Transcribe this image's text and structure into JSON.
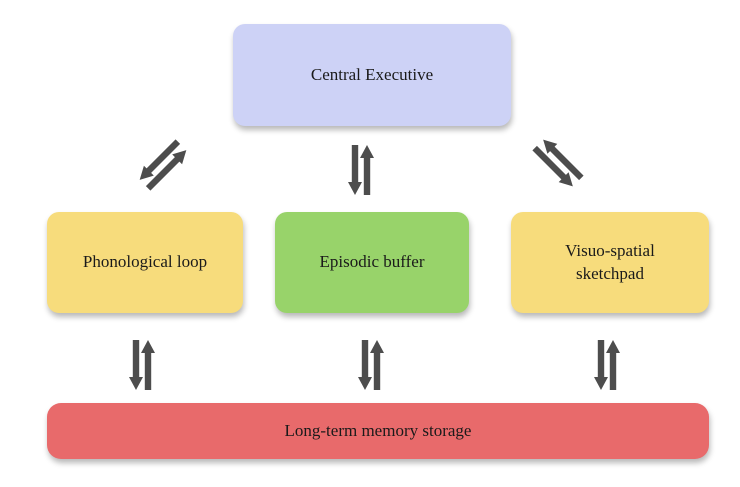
{
  "diagram": {
    "nodes": {
      "central_executive": {
        "label": "Central Executive",
        "color": "#cdd2f6"
      },
      "phonological_loop": {
        "label": "Phonological loop",
        "color": "#f7dc7c"
      },
      "episodic_buffer": {
        "label": "Episodic buffer",
        "color": "#98d36a"
      },
      "visuo_spatial": {
        "label_line1": "Visuo-spatial",
        "label_line2": "sketchpad",
        "color": "#f7dc7c"
      },
      "long_term_memory": {
        "label": "Long-term memory storage",
        "color": "#e86a6b"
      }
    },
    "edges": [
      {
        "from": "central_executive",
        "to": "phonological_loop",
        "direction": "bidirectional"
      },
      {
        "from": "central_executive",
        "to": "episodic_buffer",
        "direction": "bidirectional"
      },
      {
        "from": "central_executive",
        "to": "visuo_spatial",
        "direction": "bidirectional"
      },
      {
        "from": "phonological_loop",
        "to": "long_term_memory",
        "direction": "bidirectional"
      },
      {
        "from": "episodic_buffer",
        "to": "long_term_memory",
        "direction": "bidirectional"
      },
      {
        "from": "visuo_spatial",
        "to": "long_term_memory",
        "direction": "bidirectional"
      }
    ],
    "arrow_color": "#4d4d4d"
  }
}
